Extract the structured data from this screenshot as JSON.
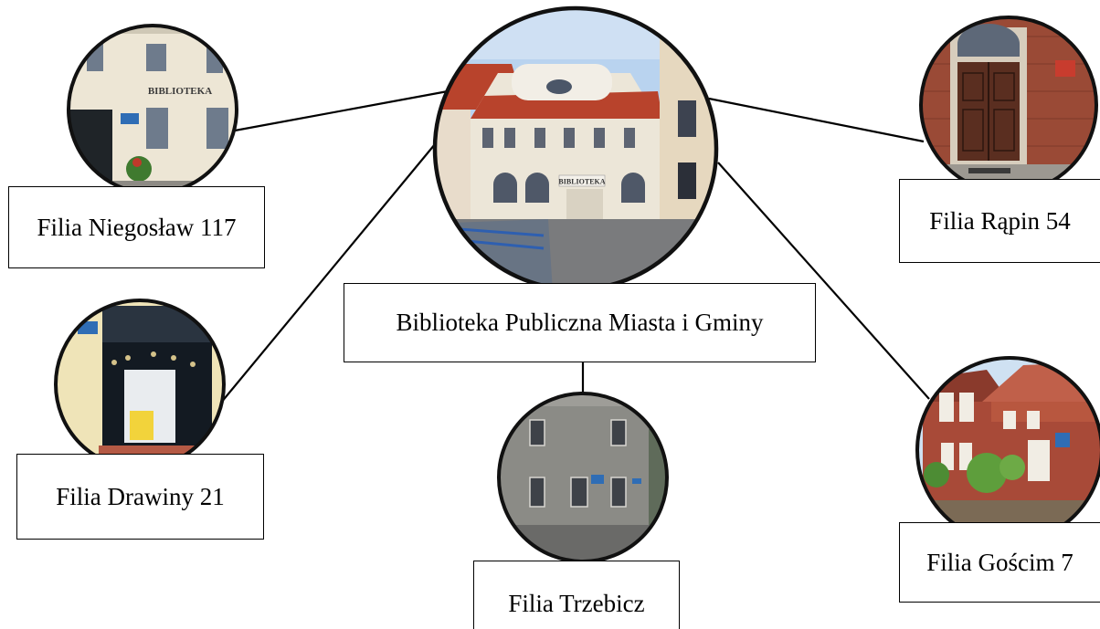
{
  "diagram": {
    "center": {
      "label": "Biblioteka Publiczna Miasta i Gminy",
      "sign_text": "BIBLIOTEKA"
    },
    "branches": [
      {
        "id": "niegoslaw",
        "label": "Filia Niegosław 117",
        "sign_text": "BIBLIOTEKA"
      },
      {
        "id": "drawiny",
        "label": "Filia Drawiny 21"
      },
      {
        "id": "trzebicz",
        "label": "Filia Trzebicz"
      },
      {
        "id": "rapin",
        "label": "Filia Rąpin 54"
      },
      {
        "id": "goscim",
        "label": "Filia Gościm 7"
      }
    ]
  },
  "colors": {
    "line": "#000000",
    "box_border": "#000000",
    "circle_border": "#111111",
    "sky": "#b9d3ef",
    "facade_cream": "#ece6d8",
    "roof_red": "#b8432c",
    "brick": "#9a4a36",
    "door_wood": "#5a2e20",
    "sign_blue": "#2f6db5",
    "plaster_grey": "#8b8b86"
  }
}
